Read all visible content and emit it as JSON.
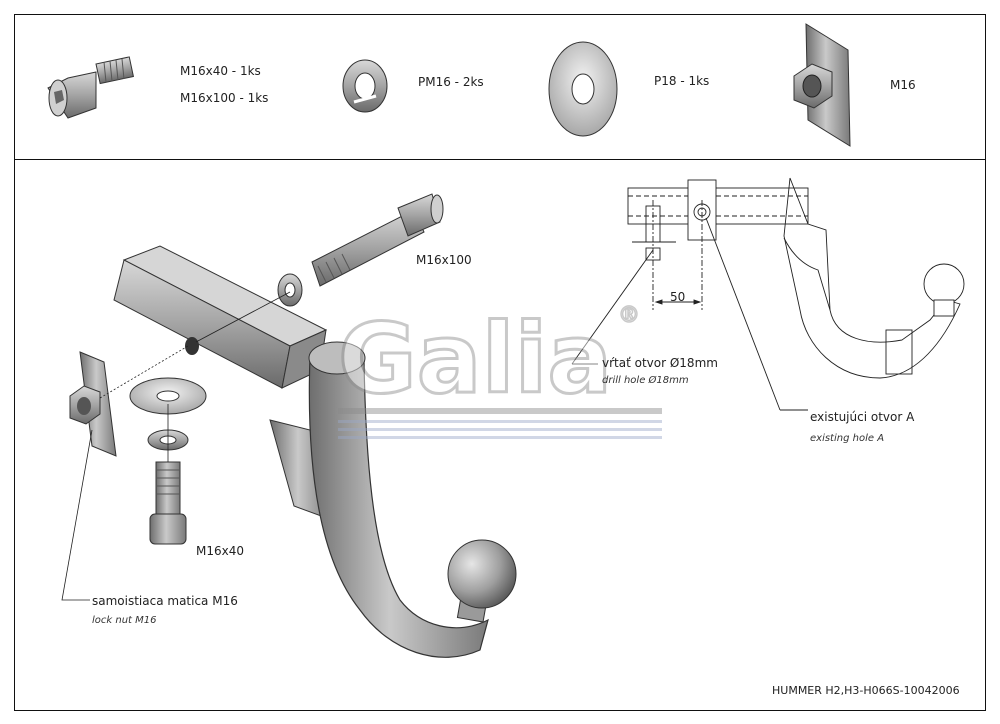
{
  "parts": [
    {
      "label_1": "M16x40 - 1ks",
      "label_2": "M16x100 - 1ks",
      "icon": "bolt-icon"
    },
    {
      "label_1": "PM16 - 2ks",
      "icon": "spring-washer-icon"
    },
    {
      "label_1": "P18 - 1ks",
      "icon": "flat-washer-icon"
    },
    {
      "label_1": "M16",
      "icon": "nut-plate-icon"
    }
  ],
  "callouts": {
    "bolt_long": "M16x100",
    "bolt_short": "M16x40",
    "lock_nut_sk": "samoistiaca matica M16",
    "lock_nut_en": "lock nut M16",
    "drill_sk": "vŕtať otvor Ø18mm",
    "drill_en": "drill hole Ø18mm",
    "existing_sk": "existujúci otvor A",
    "existing_en": "existing hole A",
    "dimension": "50"
  },
  "logo": {
    "text": "Galia",
    "mark": "®"
  },
  "footer": {
    "code": "HUMMER H2,H3-H066S-10042006"
  },
  "colors": {
    "metal": "#9a9a9a",
    "metal_dark": "#5e5e5e",
    "metal_light": "#cfcfcf",
    "line": "#111111"
  }
}
